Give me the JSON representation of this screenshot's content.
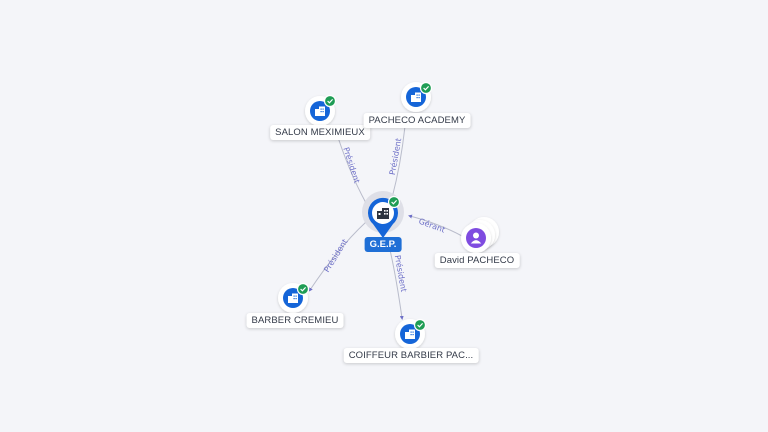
{
  "colors": {
    "company": "#1565d8",
    "person": "#7f4ce0",
    "verified": "#1f9d55",
    "edge": "#b9bccb",
    "edge_label": "#6d6fc7",
    "center_label_bg": "#1f6fd6"
  },
  "graph": {
    "center": {
      "label": "G.E.P.",
      "icon": "building-icon",
      "verified": true
    },
    "nodes": [
      {
        "id": "salon",
        "label": "SALON MEXIMIEUX",
        "type": "company",
        "icon": "building-icon",
        "verified": true
      },
      {
        "id": "academy",
        "label": "PACHECO ACADEMY",
        "type": "company",
        "icon": "building-icon",
        "verified": true
      },
      {
        "id": "david",
        "label": "David PACHECO",
        "type": "person",
        "icon": "person-icon",
        "verified": false
      },
      {
        "id": "cremieu",
        "label": "BARBER CREMIEU",
        "type": "company",
        "icon": "building-icon",
        "verified": true
      },
      {
        "id": "coiffeur",
        "label": "COIFFEUR BARBIER PAC...",
        "type": "company",
        "icon": "building-icon",
        "verified": true
      }
    ],
    "edges": [
      {
        "from": "center",
        "to": "salon",
        "label": "Président"
      },
      {
        "from": "center",
        "to": "academy",
        "label": "Président"
      },
      {
        "from": "david",
        "to": "center",
        "label": "Gérant"
      },
      {
        "from": "center",
        "to": "cremieu",
        "label": "Président"
      },
      {
        "from": "center",
        "to": "coiffeur",
        "label": "Président"
      }
    ]
  }
}
